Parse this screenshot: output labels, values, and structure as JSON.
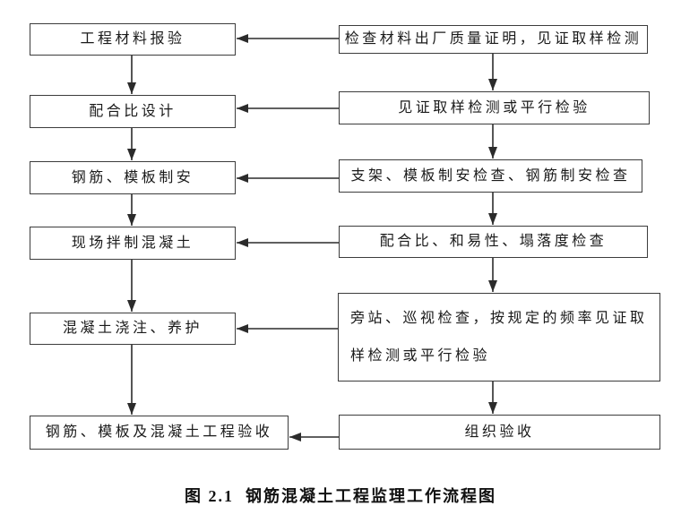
{
  "diagram": {
    "caption": "图 2.1  钢筋混凝土工程监理工作流程图",
    "left_column": [
      "工程材料报验",
      "配合比设计",
      "钢筋、模板制安",
      "现场拌制混凝土",
      "混凝土浇注、养护",
      "钢筋、模板及混凝土工程验收"
    ],
    "right_column": [
      "检查材料出厂质量证明，见证取样检测",
      "见证取样检测或平行检验",
      "支架、模板制安检查、钢筋制安检查",
      "配合比、和易性、塌落度检查",
      "旁站、巡视检查，按规定的频率见证取样检测或平行检验",
      "组织验收"
    ],
    "edges": [
      [
        "left-1",
        "left-2"
      ],
      [
        "left-2",
        "left-3"
      ],
      [
        "left-3",
        "left-4"
      ],
      [
        "left-4",
        "left-5"
      ],
      [
        "left-5",
        "left-6"
      ],
      [
        "right-1",
        "right-2"
      ],
      [
        "right-2",
        "right-3"
      ],
      [
        "right-3",
        "right-4"
      ],
      [
        "right-4",
        "right-5"
      ],
      [
        "right-5",
        "right-6"
      ],
      [
        "right-1",
        "left-1"
      ],
      [
        "right-2",
        "left-2"
      ],
      [
        "right-3",
        "left-3"
      ],
      [
        "right-4",
        "left-4"
      ],
      [
        "right-5",
        "left-5"
      ],
      [
        "right-6",
        "left-6"
      ]
    ],
    "colors": {
      "background": "#ffffff",
      "box_border": "#3c3c3c",
      "arrow_line": "#2b2b2b",
      "text": "#1a1a1a"
    }
  }
}
